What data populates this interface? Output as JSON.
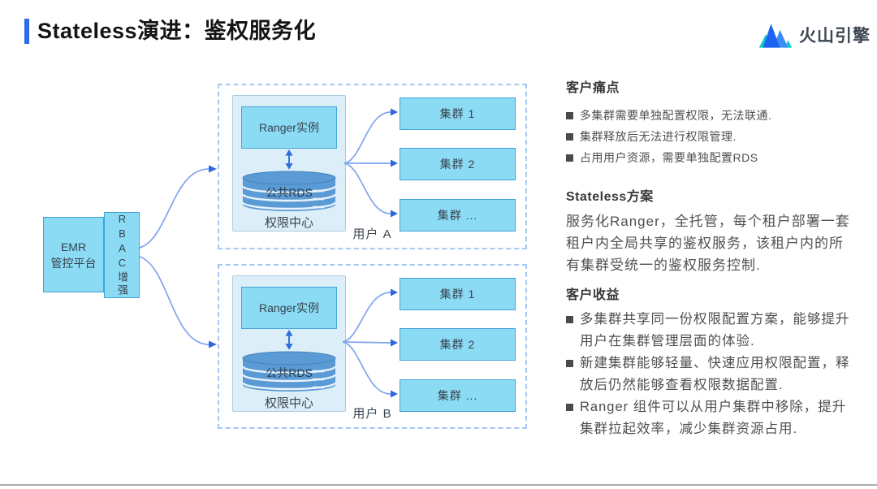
{
  "header": {
    "title": "Stateless演进：鉴权服务化",
    "logo_text": "火山引擎"
  },
  "diagram": {
    "emr_line1": "EMR",
    "emr_line2": "管控平台",
    "rbac_label": "RBAC增强",
    "groups": [
      {
        "user_label": "用户 A",
        "ranger_label": "Ranger实例",
        "rds_label": "公共RDS",
        "panel_label": "权限中心",
        "clusters": [
          "集群 1",
          "集群 2",
          "集群 ..."
        ]
      },
      {
        "user_label": "用户 B",
        "ranger_label": "Ranger实例",
        "rds_label": "公共RDS",
        "panel_label": "权限中心",
        "clusters": [
          "集群 1",
          "集群 2",
          "集群 ..."
        ]
      }
    ]
  },
  "info_panel": {
    "pain": {
      "heading": "客户痛点",
      "bullets": [
        "多集群需要单独配置权限，无法联通.",
        "集群释放后无法进行权限管理.",
        "占用用户资源，需要单独配置RDS"
      ]
    },
    "solution": {
      "heading": "Stateless方案",
      "body": "服务化Ranger，全托管，每个租户部署一套租户内全局共享的鉴权服务，该租户内的所有集群受统一的鉴权服务控制."
    },
    "benefits": {
      "heading": "客户收益",
      "bullets": [
        "多集群共享同一份权限配置方案，能够提升用户在集群管理层面的体验.",
        "新建集群能够轻量、快速应用权限配置，释放后仍然能够查看权限数据配置.",
        "Ranger 组件可以从用户集群中移除，提升集群拉起效率，减少集群资源占用."
      ]
    }
  },
  "colors": {
    "accent_blue": "#2D6BE8",
    "box_fill": "#8CDBF4",
    "box_border": "#41A3D9",
    "panel_fill": "#DCEEF8",
    "dashed_border": "#A5C8F0",
    "arrow_light": "#7FA4F0",
    "arrow_dark": "#2F66E0",
    "rds_fill": "#5B9BD5",
    "logo_blue": "#1E63F0",
    "logo_teal": "#0ACFC6",
    "bottom_line_gray": "#ACACAC"
  }
}
